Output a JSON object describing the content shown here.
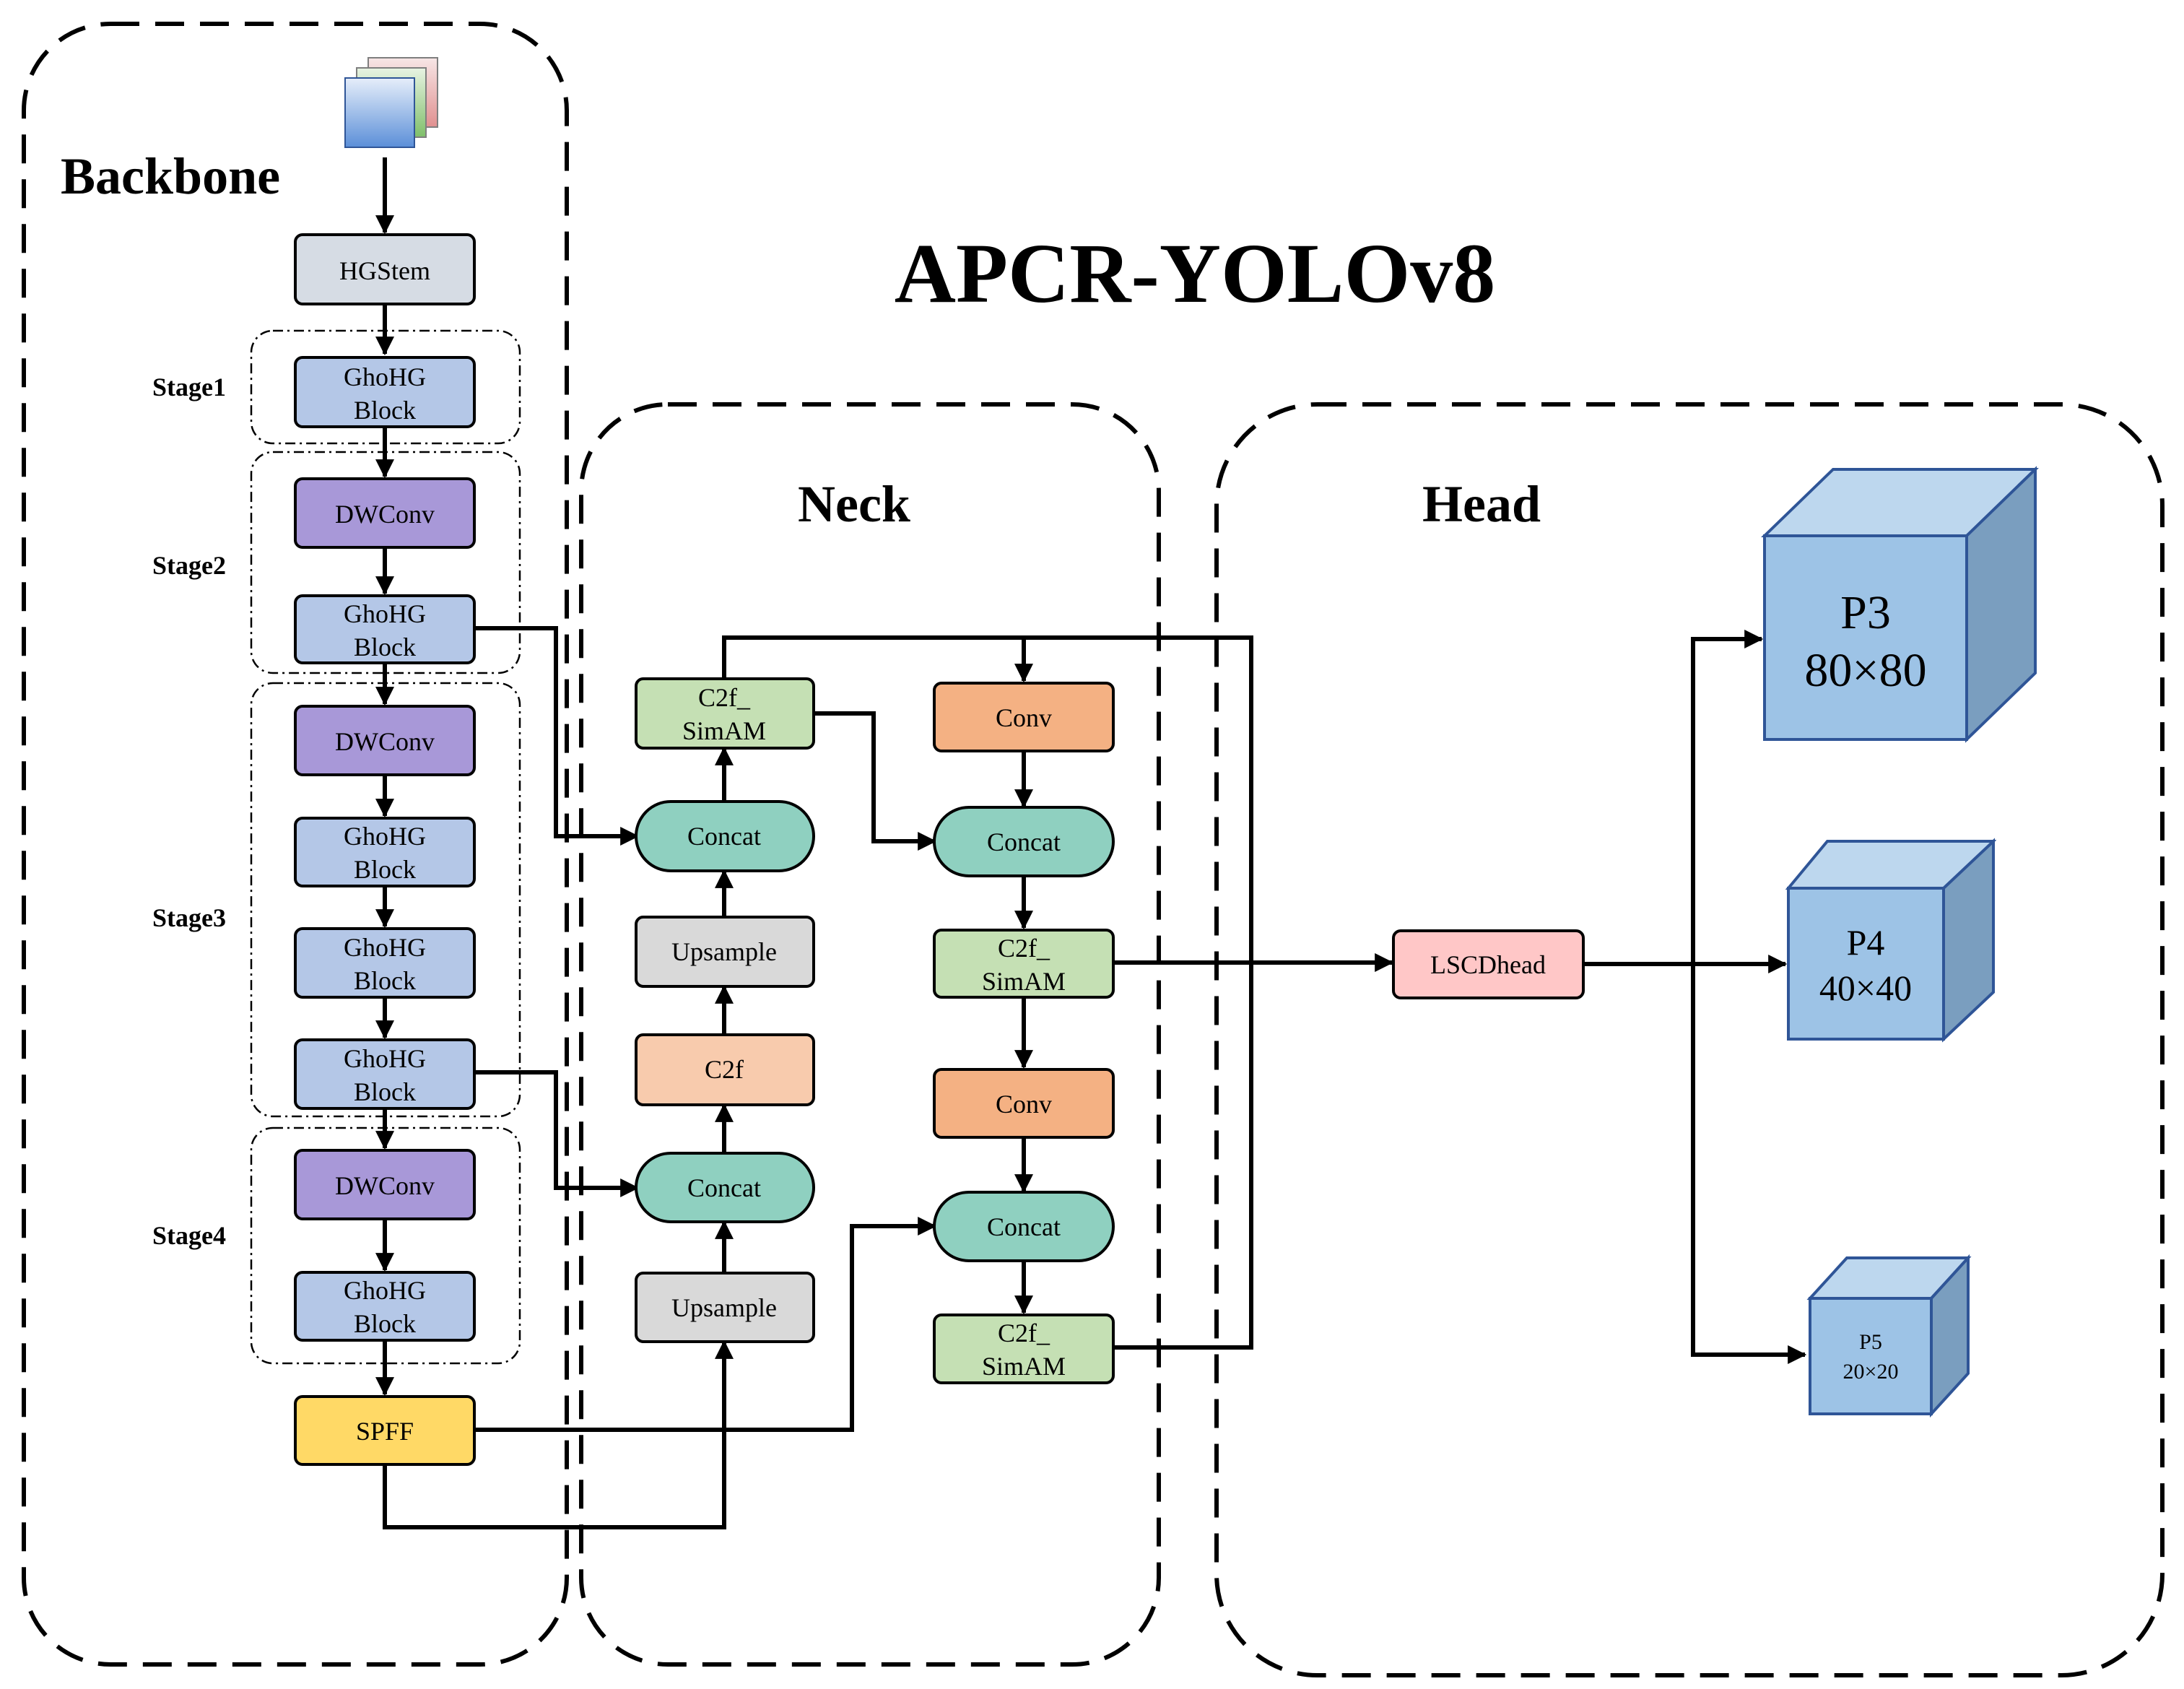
{
  "title": "APCR-YOLOv8",
  "sections": {
    "backbone": "Backbone",
    "neck": "Neck",
    "head": "Head"
  },
  "stages": {
    "stage1": "Stage1",
    "stage2": "Stage2",
    "stage3": "Stage3",
    "stage4": "Stage4"
  },
  "backbone_blocks": {
    "hgstem": "HGStem",
    "s1_ghohg": [
      "GhoHG",
      "Block"
    ],
    "s2_dwconv": "DWConv",
    "s2_ghohg": [
      "GhoHG",
      "Block"
    ],
    "s3_dwconv": "DWConv",
    "s3_ghohg_a": [
      "GhoHG",
      "Block"
    ],
    "s3_ghohg_b": [
      "GhoHG",
      "Block"
    ],
    "s3_ghohg_c": [
      "GhoHG",
      "Block"
    ],
    "s4_dwconv": "DWConv",
    "s4_ghohg": [
      "GhoHG",
      "Block"
    ],
    "spff": "SPFF"
  },
  "neck_blocks": {
    "c2f_simam_top": [
      "C2f_",
      "SimAM"
    ],
    "concat_l1": "Concat",
    "upsample_l1": "Upsample",
    "c2f_left": "C2f",
    "concat_l2": "Concat",
    "upsample_l2": "Upsample",
    "conv_r1": "Conv",
    "concat_r1": "Concat",
    "c2f_simam_mid": [
      "C2f_",
      "SimAM"
    ],
    "conv_r2": "Conv",
    "concat_r2": "Concat",
    "c2f_simam_bot": [
      "C2f_",
      "SimAM"
    ]
  },
  "head_blocks": {
    "lscdhead": "LSCDhead"
  },
  "outputs": {
    "p3": [
      "P3",
      "80×80"
    ],
    "p4": [
      "P4",
      "40×40"
    ],
    "p5": [
      "P5",
      "20×20"
    ]
  },
  "colors": {
    "hgstem": "#d6dce4",
    "ghohg": "#b4c7e7",
    "dwconv": "#a898d8",
    "spff": "#ffd966",
    "c2f_simam": "#c5e0b4",
    "concat": "#8fd0c0",
    "upsample": "#d9d9d9",
    "c2f": "#f8cbad",
    "conv": "#f4b183",
    "lscdhead": "#ffc7c7",
    "cube_front": "#9dc3e6",
    "cube_top": "#bdd7ee",
    "cube_side": "#7a9ebf",
    "cube_edge": "#2f5597"
  }
}
